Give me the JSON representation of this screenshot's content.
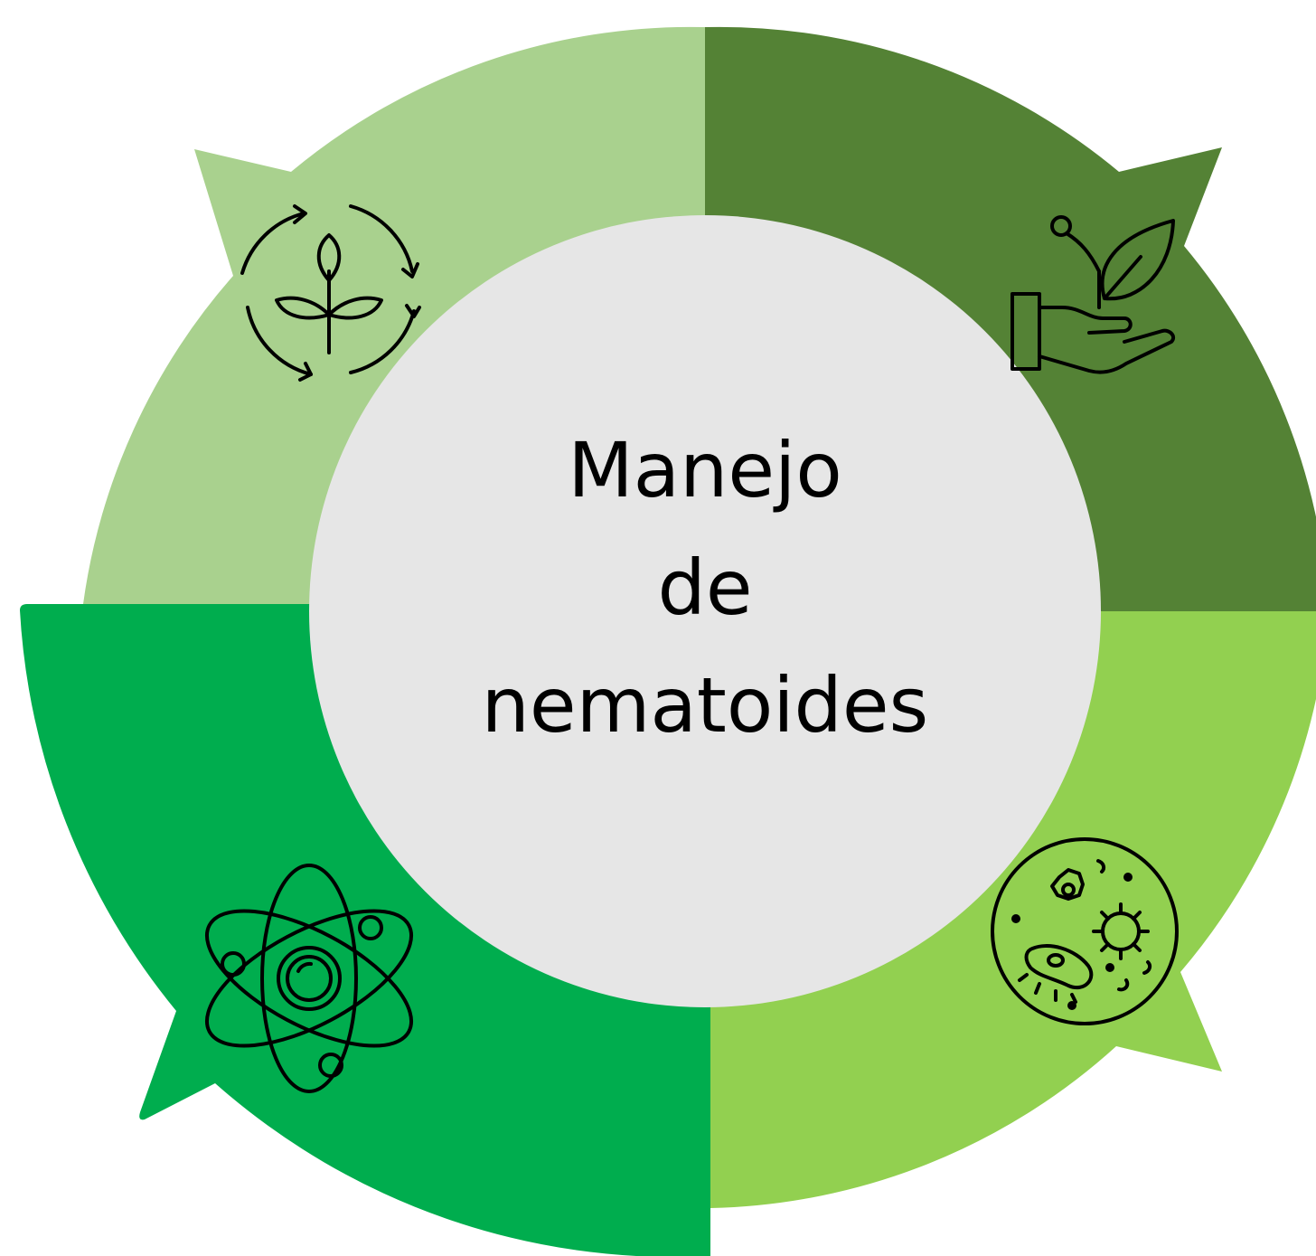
{
  "center": {
    "line1": "Manejo",
    "line2": "de",
    "line3": "nematoides"
  },
  "segments": [
    {
      "position": "top-left",
      "color": "#a9d18e",
      "icon": "plant-cycle-icon"
    },
    {
      "position": "top-right",
      "color": "#548235",
      "icon": "hand-sprout-icon"
    },
    {
      "position": "bottom-right",
      "color": "#92d050",
      "icon": "microbes-icon"
    },
    {
      "position": "bottom-left",
      "color": "#00ad4e",
      "icon": "atom-icon"
    }
  ],
  "hub_color": "#e6e6e6"
}
